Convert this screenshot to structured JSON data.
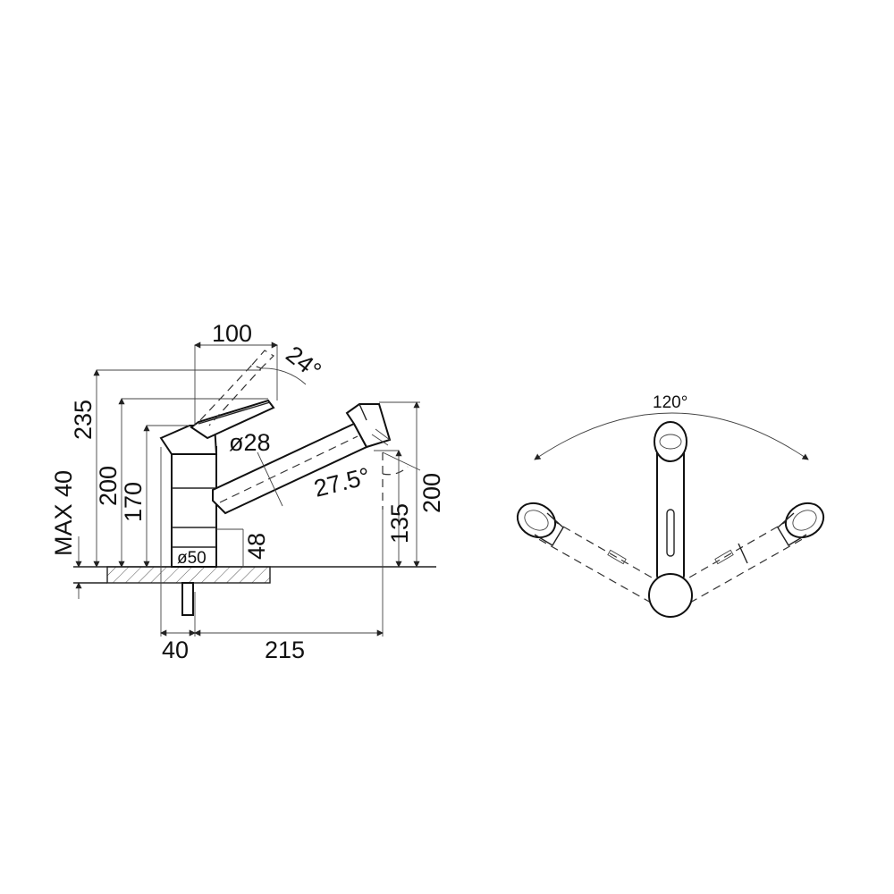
{
  "side_view": {
    "dim_top_width": "100",
    "dim_lever_angle": "24°",
    "dim_height_235": "235",
    "dim_height_200_left": "200",
    "dim_height_170": "170",
    "dim_max_40": "MAX 40",
    "dim_spout_diameter": "ø28",
    "dim_spout_angle": "27.5°",
    "dim_height_135": "135",
    "dim_height_200_right": "200",
    "dim_base_48": "48",
    "dim_base_diameter": "ø50",
    "dim_bottom_40": "40",
    "dim_bottom_215": "215"
  },
  "top_view": {
    "swivel_angle": "120°"
  },
  "colors": {
    "line": "#222222",
    "background": "#ffffff"
  }
}
